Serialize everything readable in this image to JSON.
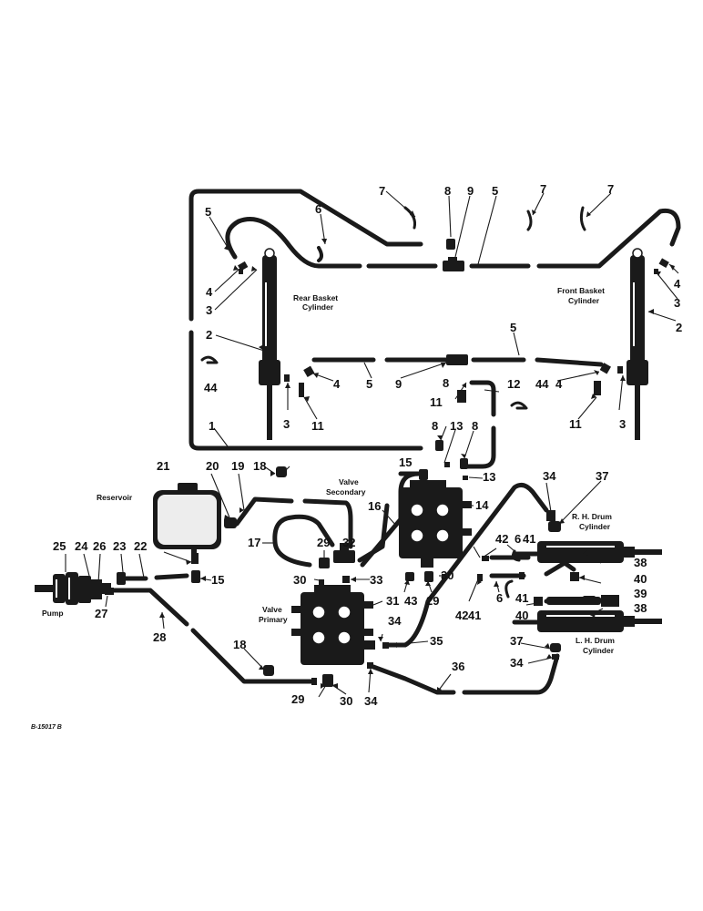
{
  "labels": {
    "rear_basket_cylinder": [
      "Rear Basket",
      "Cylinder"
    ],
    "front_basket_cylinder": [
      "Front Basket",
      "Cylinder"
    ],
    "reservoir": "Reservoir",
    "valve_secondary": [
      "Valve",
      "Secondary"
    ],
    "valve_primary": [
      "Valve",
      "Primary"
    ],
    "rh_drum_cylinder": [
      "R. H. Drum",
      "Cylinder"
    ],
    "lh_drum_cylinder": [
      "L. H. Drum",
      "Cylinder"
    ],
    "pump": "Pump",
    "drawing_code": "B-15017 B"
  },
  "callouts": {
    "c1": "1",
    "c2a": "2",
    "c2b": "2",
    "c3a": "3",
    "c3b": "3",
    "c3c": "3",
    "c3d": "3",
    "c4a": "4",
    "c4b": "4",
    "c4c": "4",
    "c4d": "4",
    "c5a": "5",
    "c5b": "5",
    "c5c": "5",
    "c5d": "5",
    "c6a": "6",
    "c6b": "6",
    "c6c": "6",
    "c7a": "7",
    "c7b": "7",
    "c7c": "7",
    "c8a": "8",
    "c8b": "8",
    "c8c": "8",
    "c8d": "8",
    "c9a": "9",
    "c9b": "9",
    "c11a": "11",
    "c11b": "11",
    "c11c": "11",
    "c12": "12",
    "c13a": "13",
    "c13b": "13",
    "c14": "14",
    "c15a": "15",
    "c15b": "15",
    "c16": "16",
    "c17": "17",
    "c18a": "18",
    "c18b": "18",
    "c19": "19",
    "c20": "20",
    "c21": "21",
    "c22": "22",
    "c23": "23",
    "c24": "24",
    "c25": "25",
    "c26": "26",
    "c27": "27",
    "c28": "28",
    "c29a": "29",
    "c29b": "29",
    "c29c": "29",
    "c30a": "30",
    "c30b": "30",
    "c30c": "30",
    "c31": "31",
    "c32": "32",
    "c33": "33",
    "c34a": "34",
    "c34b": "34",
    "c34c": "34",
    "c34d": "34",
    "c35": "35",
    "c36": "36",
    "c37a": "37",
    "c37b": "37",
    "c38a": "38",
    "c38b": "38",
    "c39": "39",
    "c40a": "40",
    "c40b": "40",
    "c41a": "41",
    "c41b": "41",
    "c41c": "41",
    "c42a": "42",
    "c42b": "42",
    "c43": "43",
    "c44a": "44",
    "c44b": "44"
  }
}
